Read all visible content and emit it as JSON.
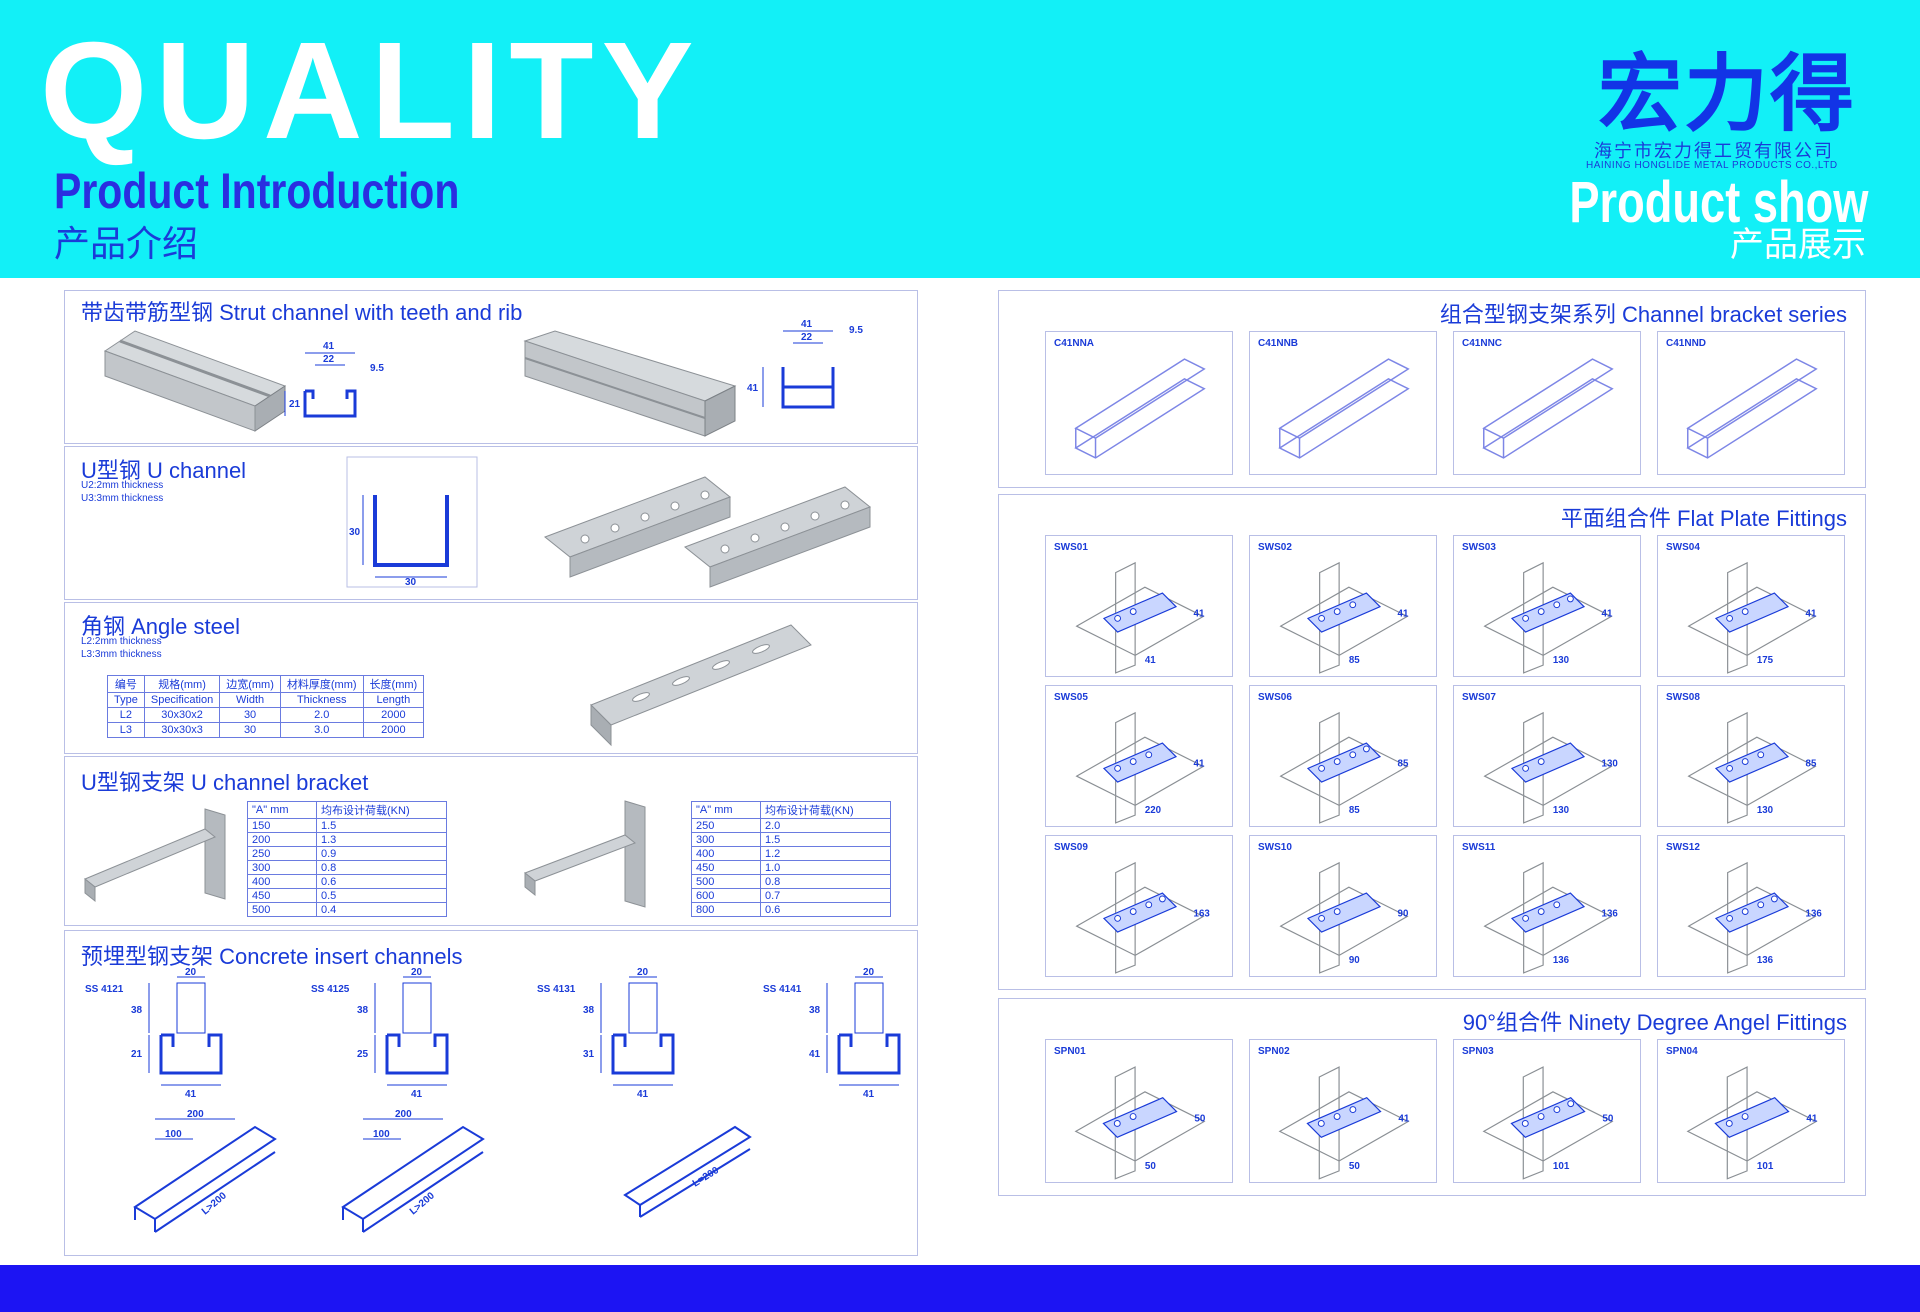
{
  "header": {
    "quality": "QUALITY",
    "product_intro_en": "Product Introduction",
    "product_intro_cn": "产品介绍",
    "logo_cn": "宏力得",
    "company_cn": "海宁市宏力得工贸有限公司",
    "company_en": "HAINING HONGLIDE METAL PRODUCTS CO.,LTD",
    "product_show_en": "Product show",
    "product_show_cn": "产品展示"
  },
  "left": {
    "strut": {
      "title": "带齿带筋型钢 Strut channel with teeth and rib",
      "dims_a": [
        "41",
        "22",
        "9.5",
        "21"
      ],
      "dims_b": [
        "41",
        "22",
        "9.5",
        "41"
      ]
    },
    "u_channel": {
      "title": "U型钢 U channel",
      "notes": [
        "U2:2mm thickness",
        "U3:3mm thickness"
      ],
      "dims": [
        "30",
        "30"
      ]
    },
    "angle": {
      "title": "角钢 Angle steel",
      "notes": [
        "L2:2mm thickness",
        "L3:3mm thickness"
      ],
      "table": [
        [
          "编号",
          "规格(mm)",
          "边宽(mm)",
          "材料厚度(mm)",
          "长度(mm)"
        ],
        [
          "Type",
          "Specification",
          "Width",
          "Thickness",
          "Length"
        ],
        [
          "L2",
          "30x30x2",
          "30",
          "2.0",
          "2000"
        ],
        [
          "L3",
          "30x30x3",
          "30",
          "3.0",
          "2000"
        ]
      ]
    },
    "bracket": {
      "title": "U型钢支架 U channel bracket",
      "table_a": [
        [
          "\"A\" mm",
          "均布设计荷载(KN)"
        ],
        [
          "150",
          "1.5"
        ],
        [
          "200",
          "1.3"
        ],
        [
          "250",
          "0.9"
        ],
        [
          "300",
          "0.8"
        ],
        [
          "400",
          "0.6"
        ],
        [
          "450",
          "0.5"
        ],
        [
          "500",
          "0.4"
        ]
      ],
      "table_b": [
        [
          "\"A\" mm",
          "均布设计荷载(KN)"
        ],
        [
          "250",
          "2.0"
        ],
        [
          "300",
          "1.5"
        ],
        [
          "400",
          "1.2"
        ],
        [
          "450",
          "1.0"
        ],
        [
          "500",
          "0.8"
        ],
        [
          "600",
          "0.7"
        ],
        [
          "800",
          "0.6"
        ]
      ]
    },
    "concrete": {
      "title": "预埋型钢支架 Concrete insert channels",
      "items": [
        {
          "code": "SS 4121",
          "w": "20",
          "h1": "38",
          "h2": "21",
          "base": "41"
        },
        {
          "code": "SS 4125",
          "w": "20",
          "h1": "38",
          "h2": "25",
          "base": "41"
        },
        {
          "code": "SS 4131",
          "w": "20",
          "h1": "38",
          "h2": "31",
          "base": "41"
        },
        {
          "code": "SS 4141",
          "w": "20",
          "h1": "38",
          "h2": "41",
          "base": "41"
        }
      ],
      "lengths": [
        {
          "a": "200",
          "b": "100",
          "l": "L>200"
        },
        {
          "a": "200",
          "b": "100",
          "l": "L>200"
        },
        {
          "l": "L=200"
        }
      ]
    }
  },
  "right": {
    "channel_bracket": {
      "title": "组合型钢支架系列 Channel bracket series",
      "items": [
        "C41NNA",
        "C41NNB",
        "C41NNC",
        "C41NND"
      ]
    },
    "flat_plate": {
      "title": "平面组合件 Flat Plate Fittings",
      "items": [
        {
          "code": "SWS01",
          "dims": [
            "41",
            "41"
          ]
        },
        {
          "code": "SWS02",
          "dims": [
            "41",
            "85"
          ]
        },
        {
          "code": "SWS03",
          "dims": [
            "41",
            "130"
          ]
        },
        {
          "code": "SWS04",
          "dims": [
            "41",
            "175"
          ]
        },
        {
          "code": "SWS05",
          "dims": [
            "41",
            "220"
          ]
        },
        {
          "code": "SWS06",
          "dims": [
            "85",
            "85"
          ]
        },
        {
          "code": "SWS07",
          "dims": [
            "130",
            "130"
          ]
        },
        {
          "code": "SWS08",
          "dims": [
            "85",
            "130"
          ]
        },
        {
          "code": "SWS09",
          "dims": [
            "163"
          ]
        },
        {
          "code": "SWS10",
          "dims": [
            "90",
            "90"
          ]
        },
        {
          "code": "SWS11",
          "dims": [
            "136",
            "136"
          ]
        },
        {
          "code": "SWS12",
          "dims": [
            "136",
            "136"
          ]
        }
      ]
    },
    "ninety": {
      "title": "90°组合件 Ninety Degree Angel Fittings",
      "items": [
        {
          "code": "SPN01",
          "dims": [
            "50",
            "50"
          ]
        },
        {
          "code": "SPN02",
          "dims": [
            "41",
            "50"
          ]
        },
        {
          "code": "SPN03",
          "dims": [
            "50",
            "101"
          ]
        },
        {
          "code": "SPN04",
          "dims": [
            "41",
            "101"
          ]
        }
      ]
    }
  },
  "colors": {
    "header": "#12f0f7",
    "blue": "#1a3bd8",
    "footer": "#1c14f3"
  }
}
